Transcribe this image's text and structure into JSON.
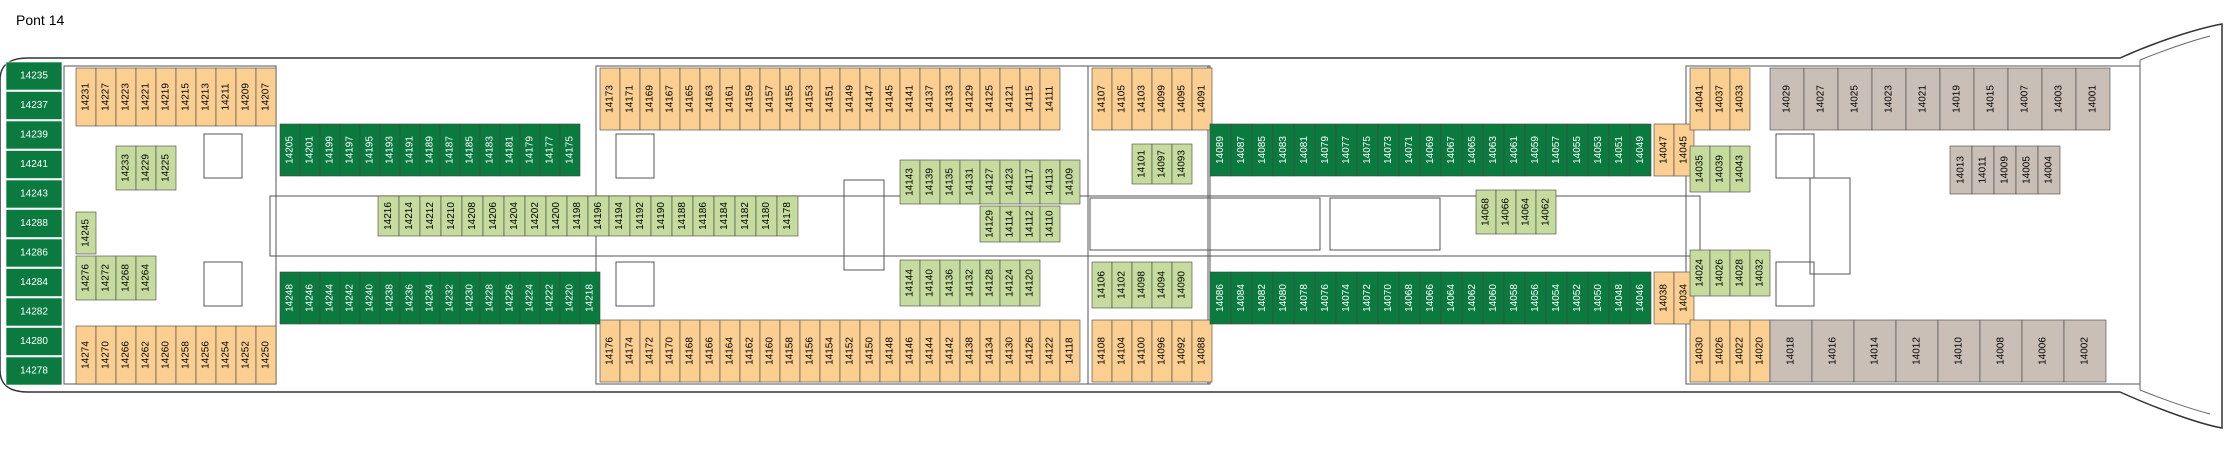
{
  "title": "Pont 14",
  "legend_colors": {
    "suite_green": "#0b7a3f",
    "balcony_green": "#c5dc9e",
    "orange": "#fbcf92",
    "grey": "#c9bfb7",
    "purple": "#c7b8e6"
  },
  "cabins": {
    "bow_suites": [
      "14235",
      "14237",
      "14239",
      "14241",
      "14243",
      "14288",
      "14286",
      "14284",
      "14282",
      "14280",
      "14278"
    ],
    "fwd_top": [
      "14231",
      "14227",
      "14223",
      "14221",
      "14219",
      "14215",
      "14213",
      "14211",
      "14209",
      "14207"
    ],
    "fwd_inner_top": [
      "14233",
      "14229",
      "14225"
    ],
    "fwd_inner_mid": [
      "14245"
    ],
    "fwd_inner_bottom": [
      "14276",
      "14272",
      "14268",
      "14264"
    ],
    "fwd_bottom": [
      "14274",
      "14270",
      "14266",
      "14262",
      "14260",
      "14258",
      "14256",
      "14254",
      "14252",
      "14250"
    ],
    "green_top_a": [
      "14205",
      "14201",
      "14199",
      "14197",
      "14195",
      "14193",
      "14191",
      "14189",
      "14187",
      "14185",
      "14183",
      "14181",
      "14179",
      "14177",
      "14175"
    ],
    "green_bottom_a": [
      "14248",
      "14246",
      "14244",
      "14242",
      "14240",
      "14238",
      "14236",
      "14234",
      "14232",
      "14230",
      "14228",
      "14226",
      "14224",
      "14222",
      "14220",
      "14218"
    ],
    "mid_inner_a": [
      "14216",
      "14214",
      "14212",
      "14210",
      "14208",
      "14206",
      "14204",
      "14202",
      "14200",
      "14198",
      "14196",
      "14194",
      "14192",
      "14190",
      "14188",
      "14186",
      "14184",
      "14182",
      "14180",
      "14178"
    ],
    "top_b": [
      "14173",
      "14171",
      "14169",
      "14167",
      "14165",
      "14163",
      "14161",
      "14159",
      "14157",
      "14155",
      "14153",
      "14151",
      "14149",
      "14147",
      "14145",
      "14141",
      "14137",
      "14133",
      "14129",
      "14125",
      "14121",
      "14115",
      "14111"
    ],
    "bottom_b": [
      "14176",
      "14174",
      "14172",
      "14170",
      "14168",
      "14166",
      "14164",
      "14162",
      "14160",
      "14158",
      "14156",
      "14154",
      "14152",
      "14150",
      "14148",
      "14146",
      "14144",
      "14142",
      "14138",
      "14134",
      "14130",
      "14126",
      "14122",
      "14118"
    ],
    "mid_top_b": [
      "14143",
      "14139",
      "14135",
      "14131",
      "14127",
      "14123",
      "14117",
      "14113",
      "14109"
    ],
    "mid_mid_b": [
      "14129",
      "14114",
      "14112",
      "14110"
    ],
    "mid_bottom_b": [
      "14144",
      "14140",
      "14136",
      "14132",
      "14128",
      "14124",
      "14120"
    ],
    "top_c": [
      "14107",
      "14105",
      "14103",
      "14099",
      "14095",
      "14091"
    ],
    "top_c_inner": [
      "14101",
      "14097",
      "14093"
    ],
    "bottom_c": [
      "14108",
      "14104",
      "14100",
      "14096",
      "14092",
      "14088"
    ],
    "bottom_c_inner": [
      "14106",
      "14102",
      "14098",
      "14094",
      "14090"
    ],
    "green_top_d": [
      "14089",
      "14087",
      "14085",
      "14083",
      "14081",
      "14079",
      "14077",
      "14075",
      "14073",
      "14071",
      "14069",
      "14067",
      "14065",
      "14063",
      "14061",
      "14059",
      "14057",
      "14055",
      "14053",
      "14051",
      "14049"
    ],
    "green_bottom_d": [
      "14086",
      "14084",
      "14082",
      "14080",
      "14078",
      "14076",
      "14074",
      "14072",
      "14070",
      "14068",
      "14066",
      "14064",
      "14062",
      "14060",
      "14058",
      "14056",
      "14054",
      "14052",
      "14050",
      "14048",
      "14046"
    ],
    "mid_d": [
      "14068",
      "14066",
      "14064",
      "14062"
    ],
    "orange_d_top": [
      "14047",
      "14045"
    ],
    "orange_d_bottom": [
      "14038",
      "14034"
    ],
    "aft_top": [
      "14041",
      "14037",
      "14033"
    ],
    "aft_inner": [
      "14035",
      "14039",
      "14043"
    ],
    "aft_inner_b": [
      "14024",
      "14026",
      "14028",
      "14032"
    ],
    "aft_bottom": [
      "14030",
      "14026",
      "14022",
      "14020"
    ],
    "grey_top": [
      "14029",
      "14027",
      "14025",
      "14023",
      "14021",
      "14019",
      "14015",
      "14007",
      "14003",
      "14001"
    ],
    "grey_mid": [
      "14013",
      "14011",
      "14009",
      "14005",
      "14004"
    ],
    "grey_bottom": [
      "14018",
      "14016",
      "14014",
      "14012",
      "14010",
      "14008",
      "14006",
      "14002"
    ]
  }
}
